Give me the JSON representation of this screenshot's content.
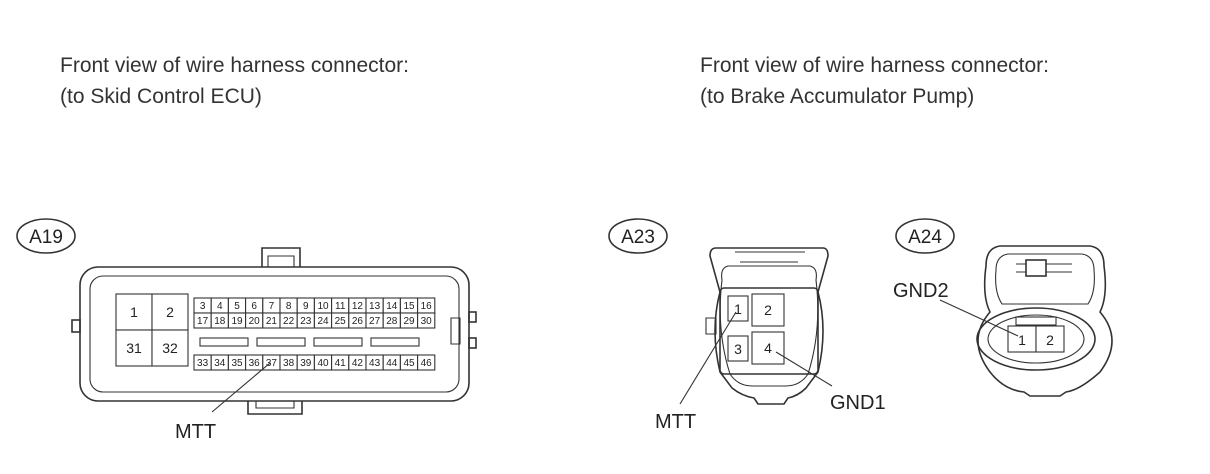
{
  "headings": {
    "left_line1": "Front view of wire harness connector:",
    "left_line2": "(to Skid Control ECU)",
    "right_line1": "Front view of wire harness connector:",
    "right_line2": "(to Brake Accumulator Pump)"
  },
  "connectors": {
    "a19": {
      "tag": "A19",
      "big_pins": [
        "1",
        "2",
        "31",
        "32"
      ],
      "row1": [
        "3",
        "4",
        "5",
        "6",
        "7",
        "8",
        "9",
        "10",
        "11",
        "12",
        "13",
        "14",
        "15",
        "16"
      ],
      "row2": [
        "17",
        "18",
        "19",
        "20",
        "21",
        "22",
        "23",
        "24",
        "25",
        "26",
        "27",
        "28",
        "29",
        "30"
      ],
      "row3": [
        "33",
        "34",
        "35",
        "36",
        "37",
        "38",
        "39",
        "40",
        "41",
        "42",
        "43",
        "44",
        "45",
        "46"
      ],
      "signal": "MTT"
    },
    "a23": {
      "tag": "A23",
      "pins": [
        "1",
        "2",
        "3",
        "4"
      ],
      "signal_pin1": "MTT",
      "signal_pin4": "GND1"
    },
    "a24": {
      "tag": "A24",
      "pins": [
        "1",
        "2"
      ],
      "signal": "GND2"
    }
  }
}
